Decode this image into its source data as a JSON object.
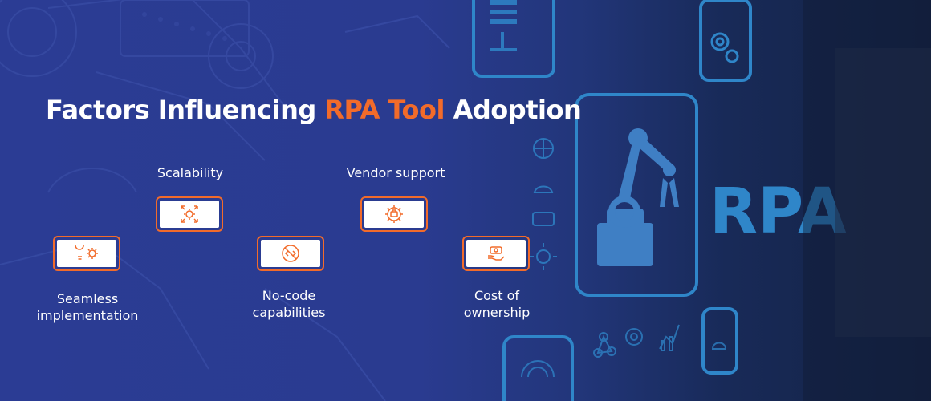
{
  "title": {
    "prefix": "Factors Influencing ",
    "highlight": "RPA Tool",
    "suffix": " Adoption"
  },
  "factors": [
    {
      "label": "Seamless\nimplementation",
      "icon": "bulb-gear-icon"
    },
    {
      "label": "Scalability",
      "icon": "scale-arrows-gear-icon"
    },
    {
      "label": "No-code\ncapabilities",
      "icon": "no-code-icon"
    },
    {
      "label": "Vendor support",
      "icon": "support-gear-icon"
    },
    {
      "label": "Cost of\nownership",
      "icon": "cost-hand-icon"
    }
  ],
  "hero": {
    "badge_text": "RPA"
  },
  "colors": {
    "accent": "#f26b2a",
    "background": "#2a3b90",
    "panel": "#2f86c9",
    "text": "#ffffff"
  }
}
